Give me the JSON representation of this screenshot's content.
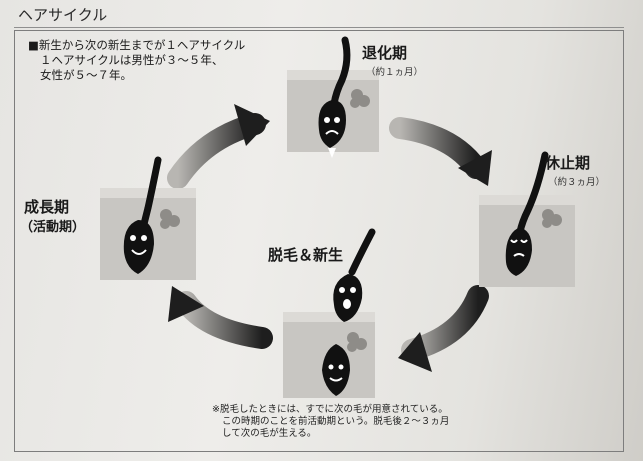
{
  "header": {
    "title": "ヘアサイクル"
  },
  "intro": {
    "line1": "■新生から次の新生までが１ヘアサイクル",
    "line2": "１ヘアサイクルは男性が３～５年、",
    "line3": "女性が５～７年。"
  },
  "stages": {
    "catagen": {
      "name": "退化期",
      "duration": "（約１ヵ月）"
    },
    "telogen": {
      "name": "休止期",
      "duration": "（約３ヵ月）"
    },
    "anagen": {
      "name": "成長期",
      "duration": "（活動期）"
    },
    "shedding": {
      "name": "脱毛＆新生"
    }
  },
  "footnote": {
    "line1": "※脱毛したときには、すでに次の毛が用意されている。",
    "line2": "この時期のことを前活動期という。脱毛後２～３ヵ月",
    "line3": "して次の毛が生える。"
  }
}
